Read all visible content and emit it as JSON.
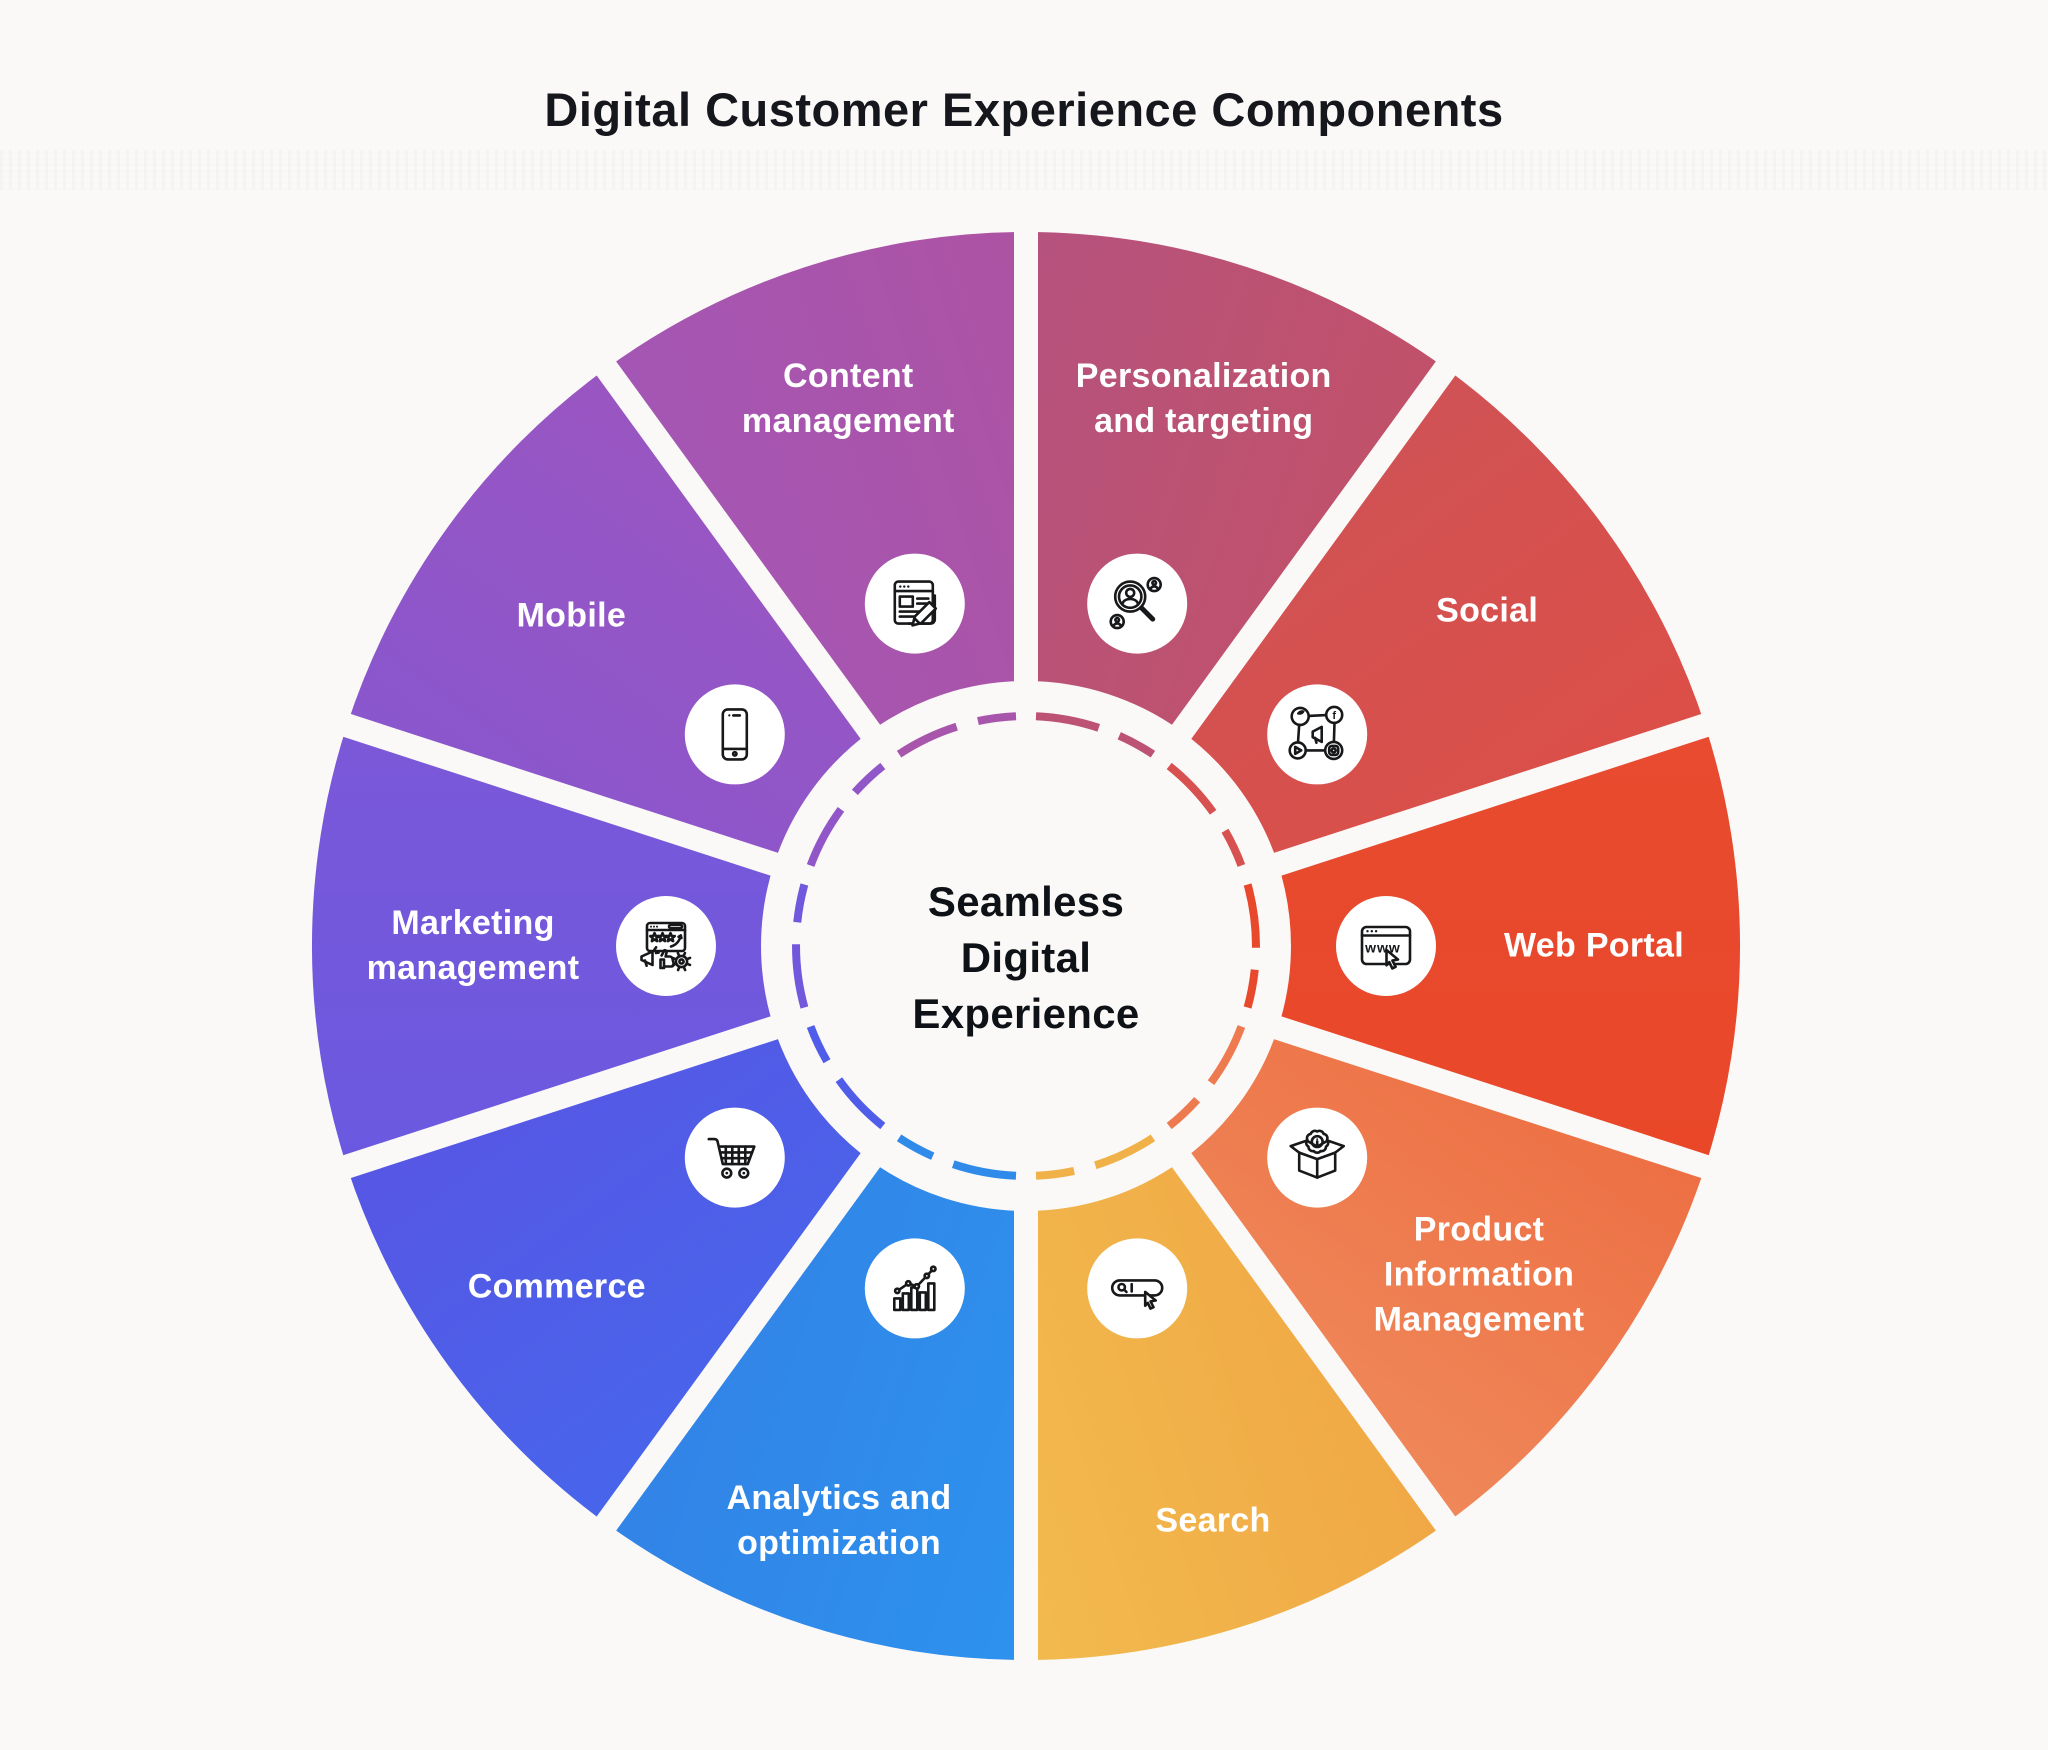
{
  "page": {
    "background_color": "#FAF9F7",
    "title": "Digital Customer Experience Components",
    "title_color": "#15171C"
  },
  "center": {
    "lines": [
      "Seamless",
      "Digital",
      "Experience"
    ],
    "text_color": "#0E1116"
  },
  "wheel": {
    "slices": [
      {
        "id": "personalization-and-targeting",
        "label_lines": [
          "Personalization",
          "and targeting"
        ],
        "color": "#BC5274",
        "color_start": "#B35283",
        "color_end": "#C45164",
        "icon": "person-search-icon"
      },
      {
        "id": "social",
        "label_lines": [
          "Social"
        ],
        "color": "#D65150",
        "color_start": "#CD5358",
        "color_end": "#DF4E44",
        "icon": "social-network-icon"
      },
      {
        "id": "web-portal",
        "label_lines": [
          "Web Portal"
        ],
        "color": "#E8492C",
        "color_start": "#E74C31",
        "color_end": "#EA4627",
        "icon": "browser-www-icon"
      },
      {
        "id": "product-information-management",
        "label_lines": [
          "Product",
          "Information",
          "Management"
        ],
        "color": "#EE7B4F",
        "color_start": "#EC6A3F",
        "color_end": "#F08D5E",
        "icon": "open-box-badge-icon"
      },
      {
        "id": "search",
        "label_lines": [
          "Search"
        ],
        "color": "#F1B149",
        "color_start": "#F0A443",
        "color_end": "#F2BE50",
        "icon": "search-bar-cursor-icon"
      },
      {
        "id": "analytics-and-optimization",
        "label_lines": [
          "Analytics and",
          "optimization"
        ],
        "color": "#2F8AEA",
        "color_start": "#2C95EF",
        "color_end": "#3380E5",
        "icon": "bar-chart-growth-icon"
      },
      {
        "id": "commerce",
        "label_lines": [
          "Commerce"
        ],
        "color": "#4F5DE8",
        "color_start": "#4468EC",
        "color_end": "#5A53E3",
        "icon": "shopping-cart-icon"
      },
      {
        "id": "marketing-management",
        "label_lines": [
          "Marketing",
          "management"
        ],
        "color": "#7258DC",
        "color_start": "#6659E2",
        "color_end": "#7F58D6",
        "icon": "marketing-campaign-icon"
      },
      {
        "id": "mobile",
        "label_lines": [
          "Mobile"
        ],
        "color": "#9156C8",
        "color_start": "#8657D0",
        "color_end": "#9D55BF",
        "icon": "smartphone-icon"
      },
      {
        "id": "content-management",
        "label_lines": [
          "Content",
          "management"
        ],
        "color": "#A855AC",
        "color_start": "#A257B8",
        "color_end": "#AF52A0",
        "icon": "document-edit-icon"
      }
    ]
  }
}
